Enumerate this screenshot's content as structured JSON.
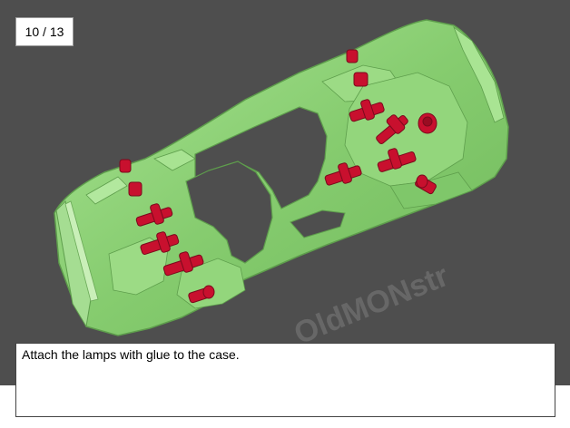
{
  "viewer": {
    "step_counter": "10 / 13",
    "current_step": 10,
    "total_steps": 13,
    "watermark": "OldMONstr",
    "caption": "Attach the lamps with glue to the case."
  },
  "colors": {
    "background": "#4e4e4e",
    "case": "#8fd37a",
    "lamps": "#c8102e"
  }
}
